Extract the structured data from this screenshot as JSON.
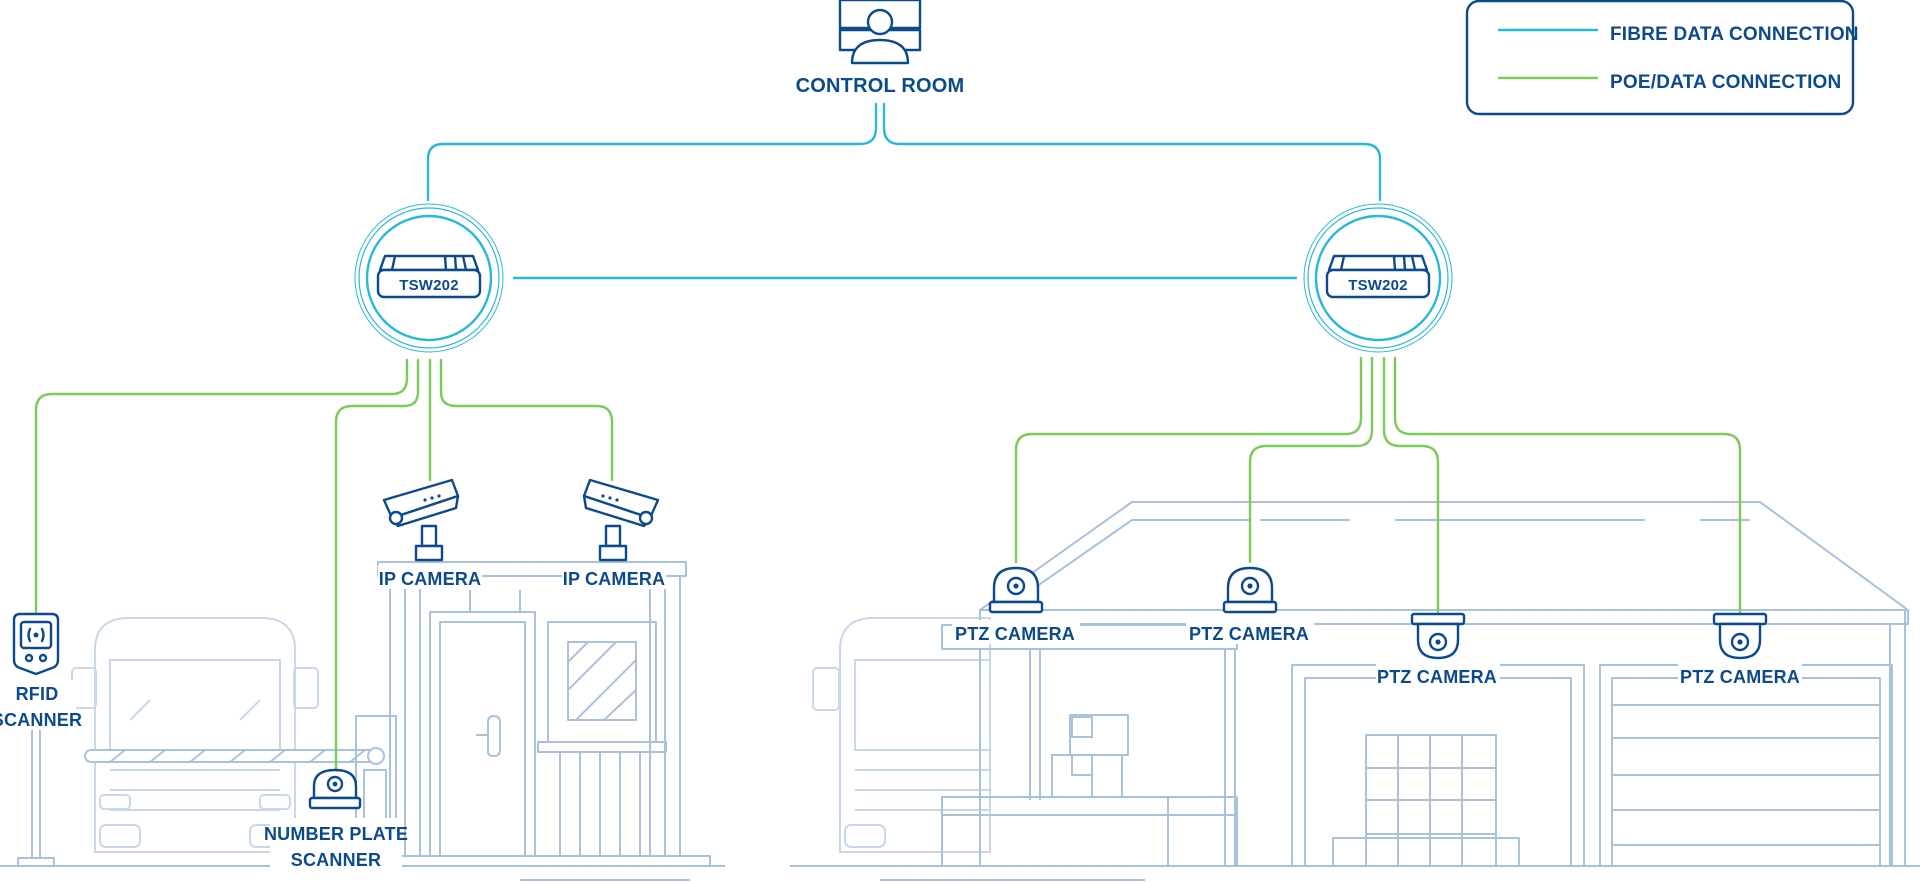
{
  "legend": {
    "fibre_label": "FIBRE DATA CONNECTION",
    "poe_label": "POE/DATA CONNECTION",
    "fibre_color": "#29b8d6",
    "poe_color": "#7ccb5a"
  },
  "colors": {
    "primary": "#0d4a8a",
    "fibre": "#29b8d6",
    "poe": "#7ccb5a",
    "background_art": "#a9c2dc"
  },
  "nodes": {
    "control_room": "CONTROL ROOM",
    "switch_left": "TSW202",
    "switch_right": "TSW202",
    "ip_camera_1": "IP CAMERA",
    "ip_camera_2": "IP CAMERA",
    "rfid_scanner_line1": "RFID",
    "rfid_scanner_line2": "SCANNER",
    "number_plate_line1": "NUMBER PLATE",
    "number_plate_line2": "SCANNER",
    "ptz_camera_1": "PTZ CAMERA",
    "ptz_camera_2": "PTZ CAMERA",
    "ptz_camera_3": "PTZ CAMERA",
    "ptz_camera_4": "PTZ CAMERA"
  },
  "icons": {
    "control_room": "operator-icon",
    "switch": "network-switch-icon",
    "ip_camera": "cctv-camera-icon",
    "ptz_camera": "dome-camera-icon",
    "rfid": "rfid-reader-icon",
    "number_plate": "anpr-camera-icon"
  }
}
